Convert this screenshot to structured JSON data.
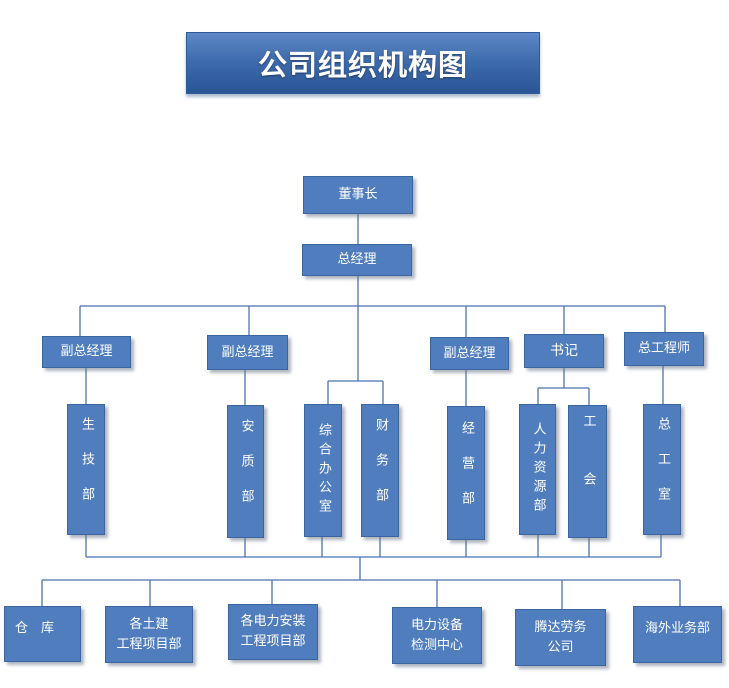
{
  "title": "公司组织机构图",
  "accent_color": "#4f7dbd",
  "line_color": "#4a72b0",
  "nodes": {
    "chairman": "董事长",
    "gm": "总经理",
    "vgm1": "副总经理",
    "vgm2": "副总经理",
    "vgm3": "副总经理",
    "secretary": "书记",
    "chief_engineer": "总工程师",
    "prod_tech": "生技部",
    "safety_quality": "安质部",
    "admin_office": "综合办公室",
    "finance": "财务部",
    "business": "经营部",
    "hr": "人力资源部",
    "union": "工会",
    "chief_eng_office": "总工室",
    "warehouse": "仓　库",
    "civil_projects": "各土建\n工程项目部",
    "power_projects": "各电力安装\n工程项目部",
    "power_test_center": "电力设备\n检测中心",
    "tengda_labor": "腾达劳务\n公司",
    "overseas": "海外业务部"
  }
}
